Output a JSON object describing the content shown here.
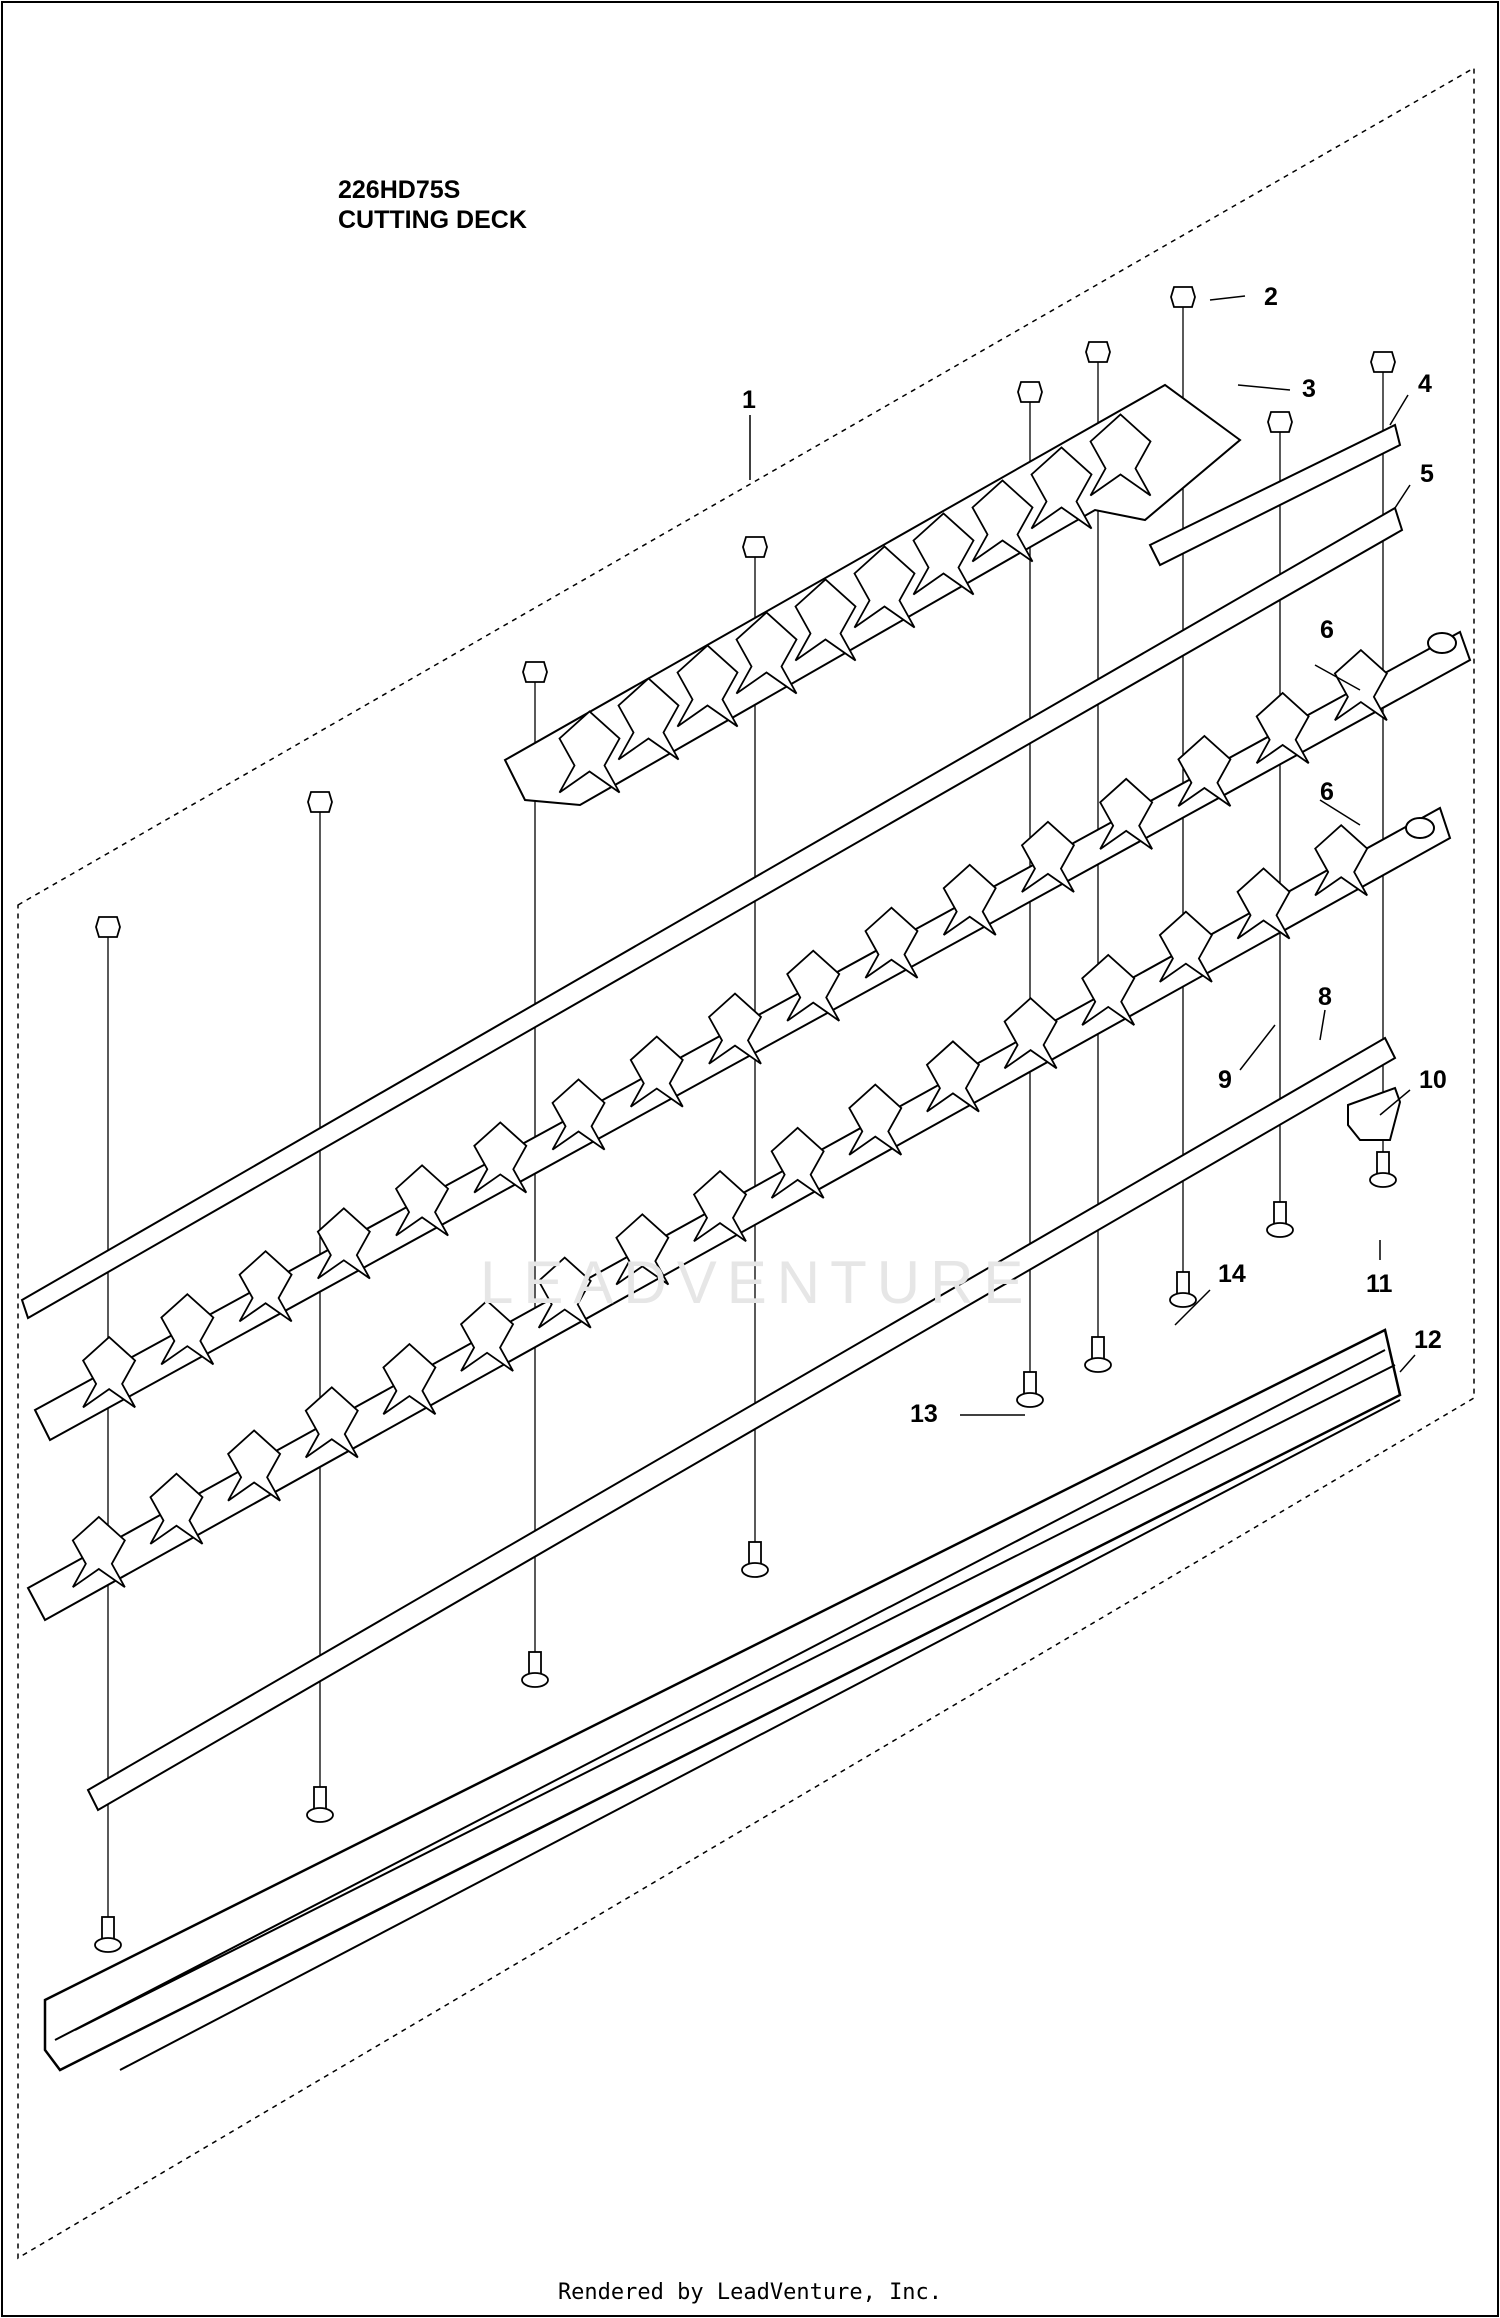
{
  "title": {
    "model": "226HD75S",
    "name": "CUTTING DECK"
  },
  "callouts": [
    "1",
    "2",
    "3",
    "4",
    "5",
    "6",
    "6",
    "8",
    "9",
    "10",
    "11",
    "12",
    "13",
    "14"
  ],
  "watermark": "LEADVENTURE",
  "footer": "Rendered by LeadVenture, Inc."
}
